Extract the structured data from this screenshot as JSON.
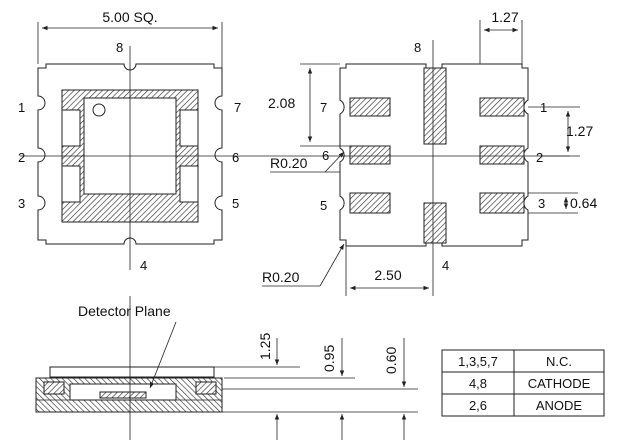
{
  "dimensions": {
    "width_sq": "5.00 SQ.",
    "pad_pitch_right": "1.27",
    "height_208": "2.08",
    "pitch_127": "1.27",
    "pad_width_064": "0.64",
    "radius_top": "R0.20",
    "radius_bottom": "R0.20",
    "span_250": "2.50",
    "height_125": "1.25",
    "height_095": "0.95",
    "height_060": "0.60"
  },
  "pins_top_view": {
    "p1": "1",
    "p2": "2",
    "p3": "3",
    "p4": "4",
    "p5": "5",
    "p6": "6",
    "p7": "7",
    "p8": "8"
  },
  "pins_bottom_view": {
    "p1": "1",
    "p2": "2",
    "p3": "3",
    "p4": "4",
    "p5": "5",
    "p6": "6",
    "p7": "7",
    "p8": "8"
  },
  "side_view": {
    "label": "Detector Plane"
  },
  "pin_table": {
    "rows": [
      {
        "pins": "1,3,5,7",
        "function": "N.C."
      },
      {
        "pins": "4,8",
        "function": "CATHODE"
      },
      {
        "pins": "2,6",
        "function": "ANODE"
      }
    ]
  }
}
